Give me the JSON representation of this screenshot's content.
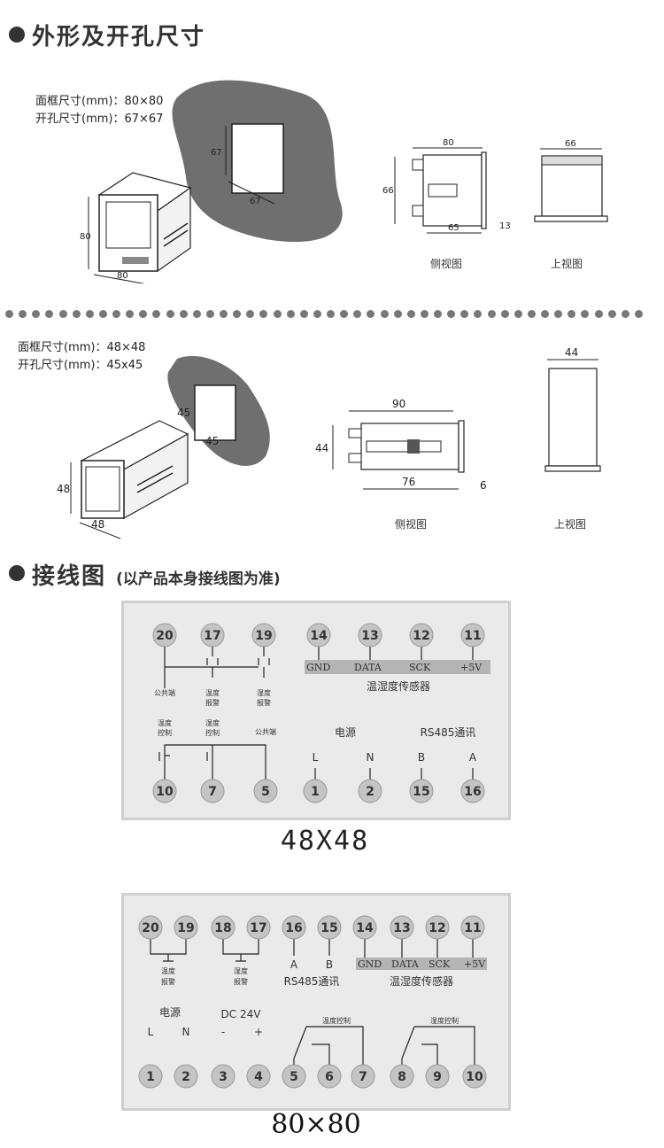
{
  "sections": {
    "dimensions_title": "外形及开孔尺寸",
    "wiring_title": "接线图",
    "wiring_note": "(以产品本身接线图为准)"
  },
  "model_80": {
    "frame_size": "面框尺寸(mm)：80×80",
    "cutout_size": "开孔尺寸(mm)：67×67",
    "iso_h": "80",
    "iso_w": "80",
    "cut_h": "67",
    "cut_w": "67",
    "side_width": "80",
    "side_height": "66",
    "side_depth": "65",
    "side_bezel": "13",
    "top_width": "66",
    "side_view": "侧视图",
    "top_view": "上视图"
  },
  "model_48": {
    "frame_size": "面框尺寸(mm)：48×48",
    "cutout_size": "开孔尺寸(mm)：45x45",
    "iso_h": "48",
    "iso_w": "48",
    "cut_h": "45",
    "cut_w": "45",
    "side_width": "90",
    "side_height": "44",
    "side_depth": "76",
    "side_bezel": "6",
    "top_width": "44",
    "side_view": "侧视图",
    "top_view": "上视图"
  },
  "wiring_48": {
    "caption": "48X48",
    "top_terminals": [
      "20",
      "17",
      "19",
      "14",
      "13",
      "12",
      "11"
    ],
    "bottom_terminals": [
      "10",
      "7",
      "5",
      "1",
      "2",
      "15",
      "16"
    ],
    "sensor_bar": [
      "GND",
      "DATA",
      "SCK",
      "+5V"
    ],
    "sensor_label": "温湿度传感器",
    "common": "公共端",
    "temp_alarm_l1": "温度",
    "temp_alarm_l2": "报警",
    "humid_alarm_l1": "湿度",
    "humid_alarm_l2": "报警",
    "temp_ctrl_l1": "温度",
    "temp_ctrl_l2": "控制",
    "humid_ctrl_l1": "湿度",
    "humid_ctrl_l2": "控制",
    "common2": "公共端",
    "power": "电源",
    "power_l": "L",
    "power_n": "N",
    "rs485": "RS485通讯",
    "rs485_b": "B",
    "rs485_a": "A"
  },
  "wiring_80": {
    "caption": "80×80",
    "top_terminals": [
      "20",
      "19",
      "18",
      "17",
      "16",
      "15",
      "14",
      "13",
      "12",
      "11"
    ],
    "bottom_terminals": [
      "1",
      "2",
      "3",
      "4",
      "5",
      "6",
      "7",
      "8",
      "9",
      "10"
    ],
    "sensor_bar": [
      "GND",
      "DATA",
      "SCK",
      "+5V"
    ],
    "sensor_label": "温湿度传感器",
    "temp_alarm_l1": "温度",
    "temp_alarm_l2": "报警",
    "humid_alarm_l1": "湿度",
    "humid_alarm_l2": "报警",
    "rs485_a": "A",
    "rs485_b": "B",
    "rs485": "RS485通讯",
    "power": "电源",
    "power_l": "L",
    "power_n": "N",
    "dc": "DC  24V",
    "dc_minus": "-",
    "dc_plus": "+",
    "temp_ctrl": "温度控制",
    "humid_ctrl": "湿度控制"
  }
}
